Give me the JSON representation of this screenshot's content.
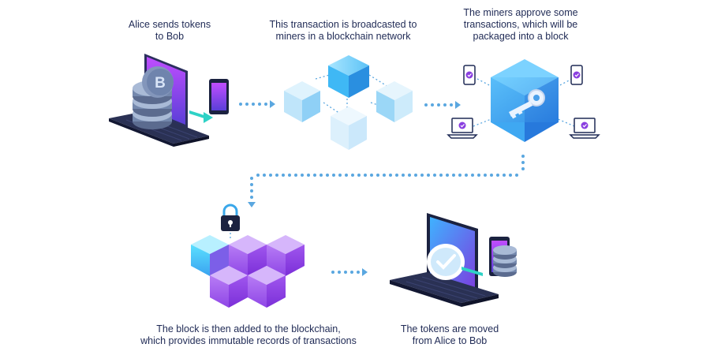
{
  "steps": [
    {
      "id": 1,
      "caption": [
        "Alice sends tokens",
        "to Bob"
      ]
    },
    {
      "id": 2,
      "caption": [
        "This transaction is broadcasted to",
        "miners in a blockchain network"
      ]
    },
    {
      "id": 3,
      "caption": [
        "The miners approve some",
        "transactions, which will be",
        "packaged into a block"
      ]
    },
    {
      "id": 4,
      "caption": [
        "The block is then added to the blockchain,",
        "which provides immutable records of transactions"
      ]
    },
    {
      "id": 5,
      "caption": [
        "The tokens are moved",
        "from Alice to Bob"
      ]
    }
  ],
  "coin_symbol": "B",
  "colors": {
    "text": "#1f2a55",
    "arrow_dots": "#5aa7e0",
    "cube_blue": "#3aa9ee",
    "cube_blue_light": "#cfe9fb",
    "cube_purple": "#9a4ee6",
    "laptop_dark": "#1b2240",
    "screen_purple": "#8a3fe0",
    "coin_grey": "#7f93b5",
    "check_purple": "#8a3fe0"
  },
  "icons": [
    "laptop-icon",
    "phone-icon",
    "coin-stack-icon",
    "key-icon",
    "padlock-icon",
    "check-icon",
    "network-cube-icon"
  ]
}
